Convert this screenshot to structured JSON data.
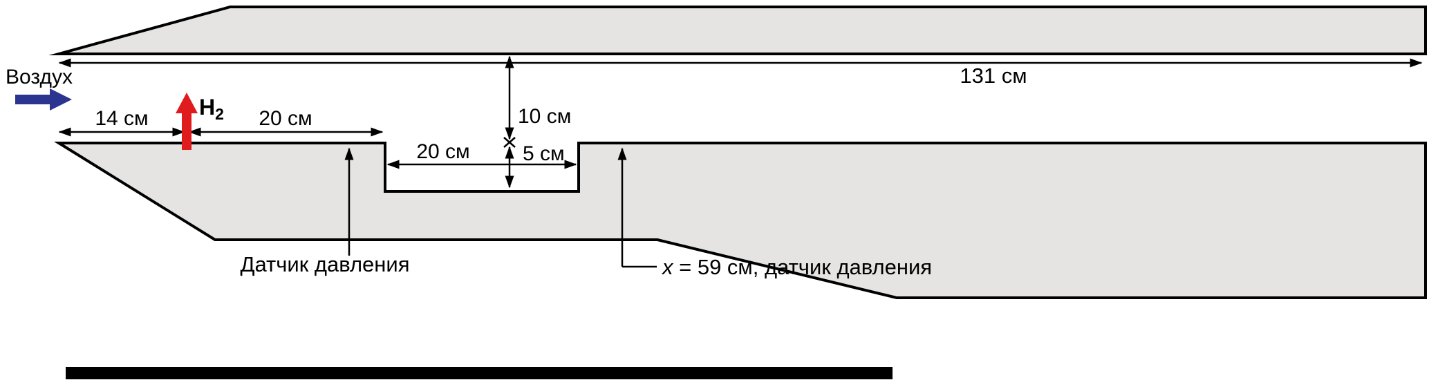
{
  "diagram": {
    "colors": {
      "wall_fill": "#e5e4e2",
      "outline": "#000000",
      "air_arrow": "#2b3590",
      "h2_red": "#e01b1d",
      "text": "#000000"
    },
    "labels": {
      "air": "Воздух",
      "h2_symbol": "H",
      "h2_subscript": "2",
      "total_length": "131 см",
      "injector_offset": "14 см",
      "injector_to_cavity": "20 см",
      "duct_height": "10 см",
      "cavity_length": "20 см",
      "cavity_depth": "5 см",
      "sensor_front": "Датчик давления",
      "sensor_x_var": "x",
      "sensor_x_rest": " = 59 см, датчик давления"
    }
  }
}
